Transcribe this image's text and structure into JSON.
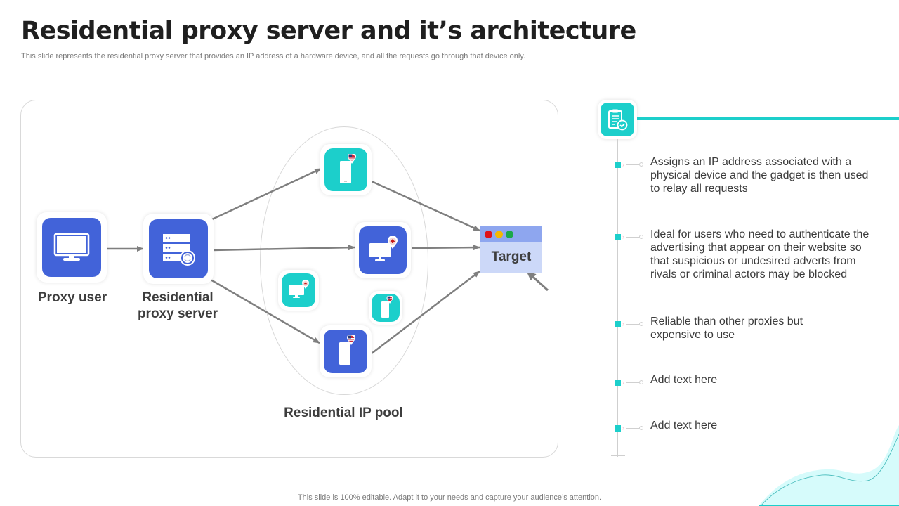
{
  "slide": {
    "title": "Residential proxy server and it’s architecture",
    "subtitle": "This slide represents the residential proxy server that provides an IP address of a hardware device, and all the requests go through that device only.",
    "footer": "This slide is 100% editable. Adapt it to your needs and capture your audience’s attention."
  },
  "diagram": {
    "nodes": {
      "proxy_user": {
        "label": "Proxy user",
        "icon": "monitor-icon"
      },
      "residential_proxy_server": {
        "label": "Residential proxy server",
        "label_line1": "Residential",
        "label_line2": "proxy server",
        "icon": "server-sync-icon"
      },
      "pool_device_top": {
        "icon": "smartphone-us-flag-icon"
      },
      "pool_device_middle": {
        "icon": "monitor-canada-flag-icon"
      },
      "pool_device_bottom": {
        "icon": "smartphone-us-flag-icon"
      },
      "pool_device_left_small": {
        "icon": "monitor-canada-flag-icon"
      },
      "pool_device_right_small": {
        "icon": "smartphone-us-flag-icon"
      },
      "target": {
        "label": "Target",
        "icon": "browser-window-icon"
      }
    },
    "pool_label": "Residential IP pool",
    "colors": {
      "primary_blue": "#4263d9",
      "teal": "#1ccfcb",
      "arrow": "#7f7f7f",
      "target_bg": "#ccd8f8",
      "target_bar": "#8ea6ef",
      "window_red": "#e0101a",
      "window_yellow": "#f5b800",
      "window_green": "#1aa84a"
    }
  },
  "features": {
    "header_icon": "clipboard-check-icon",
    "items": [
      {
        "text": "Assigns an IP address associated with a physical device and the gadget is then used to relay all requests"
      },
      {
        "text": "Ideal for users who need to authenticate the advertising that appear on their website so that suspicious or undesired adverts from rivals or criminal actors may be blocked"
      },
      {
        "text": "Reliable than other proxies but expensive to use"
      },
      {
        "text": "Add text here"
      },
      {
        "text": "Add text here"
      }
    ]
  }
}
